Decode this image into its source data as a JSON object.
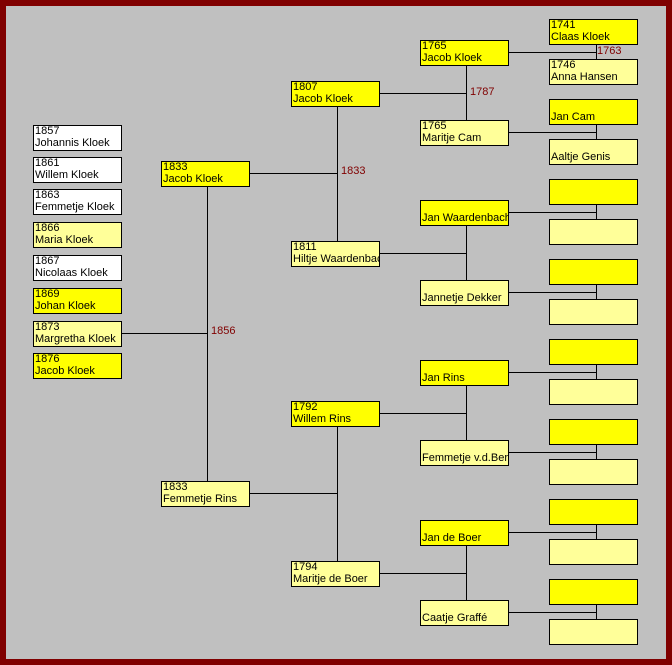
{
  "colors": {
    "male": "#ffff00",
    "female": "#ffff99",
    "child": "#ffffff",
    "marriage": "#800000",
    "frame": "#800000",
    "background": "#c0c0c0"
  },
  "children": [
    {
      "year": "1857",
      "name": "Johannis Kloek",
      "color": "child"
    },
    {
      "year": "1861",
      "name": "Willem Kloek",
      "color": "child"
    },
    {
      "year": "1863",
      "name": "Femmetje Kloek",
      "color": "child"
    },
    {
      "year": "1866",
      "name": "Maria Kloek",
      "color": "female"
    },
    {
      "year": "1867",
      "name": "Nicolaas Kloek",
      "color": "child"
    },
    {
      "year": "1869",
      "name": "Johan Kloek",
      "color": "male"
    },
    {
      "year": "1873",
      "name": "Margretha Kloek",
      "color": "female"
    },
    {
      "year": "1876",
      "name": "Jacob Kloek",
      "color": "male"
    }
  ],
  "gen1": [
    {
      "year": "1833",
      "name": "Jacob Kloek",
      "color": "male"
    },
    {
      "year": "1833",
      "name": "Femmetje Rins",
      "color": "female"
    }
  ],
  "gen2": [
    {
      "year": "1807",
      "name": "Jacob Kloek",
      "color": "male"
    },
    {
      "year": "1811",
      "name": "Hiltje Waardenbach",
      "color": "female"
    },
    {
      "year": "1792",
      "name": "Willem Rins",
      "color": "male"
    },
    {
      "year": "1794",
      "name": "Maritje de Boer",
      "color": "female"
    }
  ],
  "gen3": [
    {
      "year": "1765",
      "name": "Jacob Kloek",
      "color": "male"
    },
    {
      "year": "1765",
      "name": "Maritje Cam",
      "color": "female"
    },
    {
      "year": "",
      "name": "Jan Waardenbach",
      "color": "male"
    },
    {
      "year": "",
      "name": "Jannetje Dekker",
      "color": "female"
    },
    {
      "year": "",
      "name": "Jan Rins",
      "color": "male"
    },
    {
      "year": "",
      "name": "Femmetje v.d.Berg",
      "color": "female"
    },
    {
      "year": "",
      "name": "Jan de Boer",
      "color": "male"
    },
    {
      "year": "",
      "name": "Caatje Graffé",
      "color": "female"
    }
  ],
  "gen4": [
    {
      "year": "1741",
      "name": "Claas Kloek",
      "color": "male"
    },
    {
      "year": "1746",
      "name": "Anna Hansen",
      "color": "female"
    },
    {
      "year": "",
      "name": "Jan Cam",
      "color": "male"
    },
    {
      "year": "",
      "name": "Aaltje Genis",
      "color": "female"
    },
    {
      "year": "",
      "name": "",
      "color": "male"
    },
    {
      "year": "",
      "name": "",
      "color": "female"
    },
    {
      "year": "",
      "name": "",
      "color": "male"
    },
    {
      "year": "",
      "name": "",
      "color": "female"
    },
    {
      "year": "",
      "name": "",
      "color": "male"
    },
    {
      "year": "",
      "name": "",
      "color": "female"
    },
    {
      "year": "",
      "name": "",
      "color": "male"
    },
    {
      "year": "",
      "name": "",
      "color": "female"
    },
    {
      "year": "",
      "name": "",
      "color": "male"
    },
    {
      "year": "",
      "name": "",
      "color": "female"
    },
    {
      "year": "",
      "name": "",
      "color": "male"
    },
    {
      "year": "",
      "name": "",
      "color": "female"
    }
  ],
  "marriages": {
    "gen1": "1856",
    "gen2_kloek": "1833",
    "gen3_kloek": "1787",
    "gen4_kloek": "1763"
  }
}
